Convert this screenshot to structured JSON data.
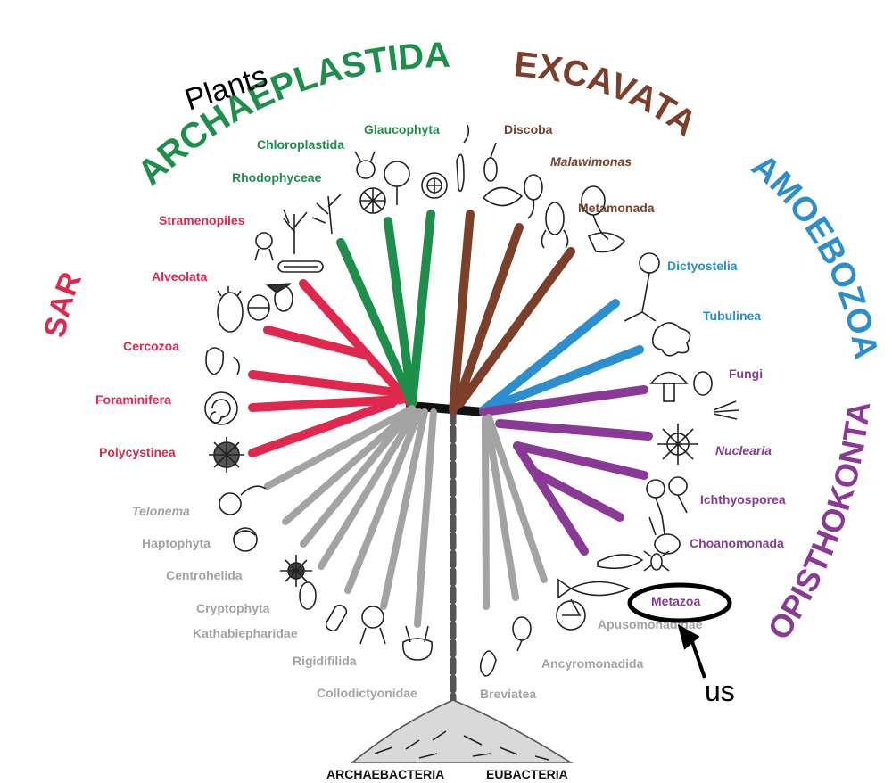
{
  "colors": {
    "sar": "#e0284f",
    "archaeplastida": "#1d8f4a",
    "excavata": "#7b3f2a",
    "amoebozoa": "#2b8fcf",
    "opisthokonta": "#8a3a96",
    "other": "#a3a3a3",
    "root": "#111111"
  },
  "supergroups": {
    "sar": "SAR",
    "archaeplastida": "ARCHAEPLASTIDA",
    "excavata": "EXCAVATA",
    "amoebozoa": "AMOEBOZOA",
    "opisthokonta": "OPISTHOKONTA"
  },
  "annotations": {
    "plants": "Plants",
    "us": "us"
  },
  "clades": {
    "stramenopiles": "Stramenopiles",
    "alveolata": "Alveolata",
    "cercozoa": "Cercozoa",
    "foraminifera": "Foraminifera",
    "polycystinea": "Polycystinea",
    "rhodophyceae": "Rhodophyceae",
    "chloroplastida": "Chloroplastida",
    "glaucophyta": "Glaucophyta",
    "discoba": "Discoba",
    "malawimonas": "Malawimonas",
    "metamonada": "Metamonada",
    "dictyostelia": "Dictyostelia",
    "tubulinea": "Tubulinea",
    "fungi": "Fungi",
    "nuclearia": "Nuclearia",
    "ichthyosporea": "Ichthyosporea",
    "choanomonada": "Choanomonada",
    "metazoa": "Metazoa",
    "apusomonadidae": "Apusomonadidae",
    "ancyromonadida": "Ancyromonadida",
    "breviatea": "Breviatea",
    "collodictyonidae": "Collodictyonidae",
    "rigidifilida": "Rigidifilida",
    "kathablepharidae": "Kathablepharidae",
    "cryptophyta": "Cryptophyta",
    "centrohelida": "Centrohelida",
    "haptophyta": "Haptophyta",
    "telonema": "Telonema"
  },
  "base": {
    "archaebacteria": "ARCHAEBACTERIA",
    "eubacteria": "EUBACTERIA"
  },
  "icons": [
    "diatom-icon",
    "plant-icon",
    "ciliate-icon",
    "foram-icon",
    "radiolarian-icon",
    "flagellate-icon",
    "mushroom-icon",
    "fish-icon",
    "insect-icon",
    "bacteria-mound-icon"
  ]
}
